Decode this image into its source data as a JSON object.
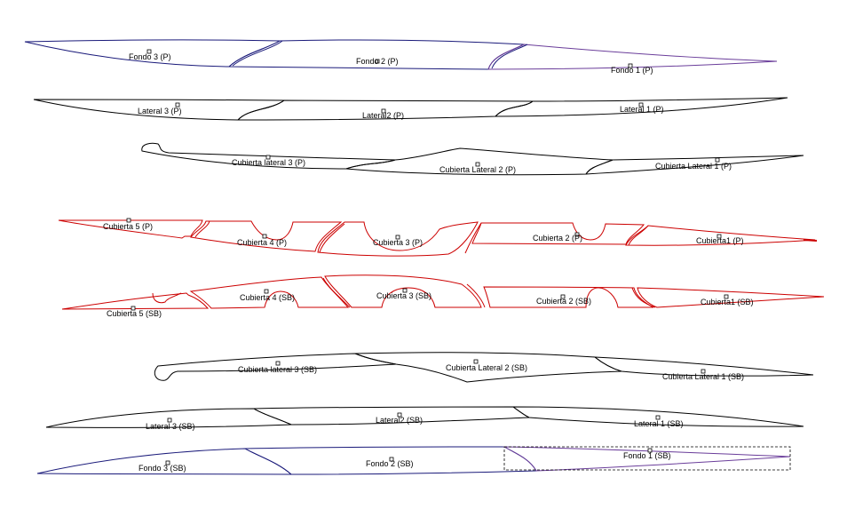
{
  "colors": {
    "background": "#ffffff",
    "fondo_outline": "#1a1a7a",
    "fondo_accent": "#6a3d9a",
    "lateral_outline": "#000000",
    "cubierta_lateral_outline": "#000000",
    "cubierta_outline": "#cc0000"
  },
  "rows": [
    {
      "group": "fondo_p",
      "labels": [
        "Fondo 3 (P)",
        "Fondo 2 (P)",
        "Fondo 1 (P)"
      ]
    },
    {
      "group": "lateral_p",
      "labels": [
        "Lateral 3 (P)",
        "Lateral2 (P)",
        "Lateral 1 (P)"
      ]
    },
    {
      "group": "cubierta_lateral_p",
      "labels": [
        "Cubierta lateral 3 (P)",
        "Cubierta Lateral 2 (P)",
        "Cubierta Lateral 1 (P)"
      ]
    },
    {
      "group": "cubierta_p",
      "labels": [
        "Cubierta 5 (P)",
        "Cubierta 4 (P)",
        "Cubierta 3 (P)",
        "Cubierta 2 (P)",
        "Cubierta1 (P)"
      ]
    },
    {
      "group": "cubierta_sb",
      "labels": [
        "Cubierta 5 (SB)",
        "Cubierta 4 (SB)",
        "Cubierta 3 (SB)",
        "Cubierta 2 (SB)",
        "Cubierta1 (SB)"
      ]
    },
    {
      "group": "cubierta_lateral_sb",
      "labels": [
        "Cubierta lateral 3 (SB)",
        "Cubierta Lateral 2 (SB)",
        "Cubierta Lateral 1 (SB)"
      ]
    },
    {
      "group": "lateral_sb",
      "labels": [
        "Lateral 3 (SB)",
        "Lateral2 (SB)",
        "Lateral 1 (SB)"
      ]
    },
    {
      "group": "fondo_sb",
      "labels": [
        "Fondo 3 (SB)",
        "Fondo 2 (SB)",
        "Fondo 1 (SB)"
      ]
    }
  ],
  "selection": {
    "selected_piece": "Fondo 1 (SB)"
  }
}
